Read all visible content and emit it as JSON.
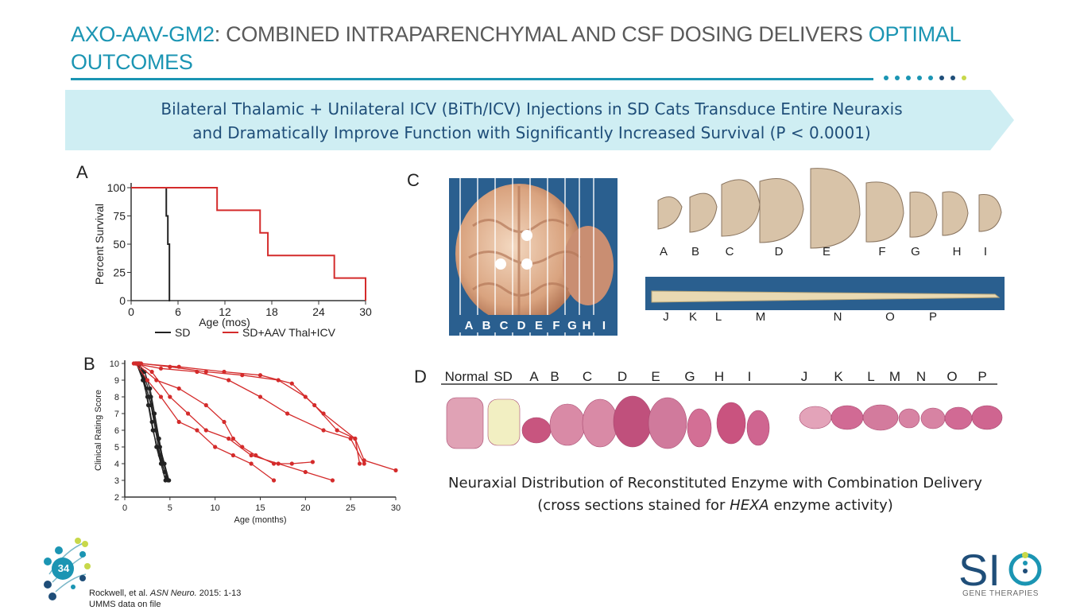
{
  "title": {
    "part1": "AXO-AAV-GM2",
    "part2": ": COMBINED INTRAPARENCHYMAL AND CSF DOSING DELIVERS ",
    "part3": "OPTIMAL OUTCOMES"
  },
  "banner": {
    "line1": "Bilateral Thalamic + Unilateral ICV (BiTh/ICV) Injections in SD Cats Transduce Entire Neuraxis",
    "line2": "and Dramatically Improve Function with Significantly Increased Survival (P < 0.0001)"
  },
  "colors": {
    "accent": "#1b95b3",
    "banner_bg": "#cfeef3",
    "banner_text": "#1f4e79",
    "series_sd": "#222222",
    "series_treated": "#d42b2b"
  },
  "panels": {
    "a_label": "A",
    "b_label": "B",
    "c_label": "C",
    "d_label": "D"
  },
  "chart_data": [
    {
      "type": "line",
      "panel": "A",
      "xlabel": "Age (mos)",
      "ylabel": "Percent Survival",
      "xlim": [
        0,
        30
      ],
      "ylim": [
        0,
        100
      ],
      "xticks": [
        0,
        6,
        12,
        18,
        24,
        30
      ],
      "yticks": [
        0,
        25,
        50,
        75,
        100
      ],
      "legend": "bottom",
      "series": [
        {
          "name": "SD",
          "color": "#222222",
          "x": [
            0,
            4.5,
            4.5,
            4.7,
            4.7,
            4.9,
            4.9,
            5.0
          ],
          "y": [
            100,
            100,
            75,
            75,
            50,
            50,
            0,
            0
          ]
        },
        {
          "name": "SD+AAV Thal+ICV",
          "color": "#d42b2b",
          "x": [
            0,
            11,
            11,
            16.5,
            16.5,
            17.5,
            17.5,
            26,
            26,
            30,
            30
          ],
          "y": [
            100,
            100,
            80,
            80,
            60,
            60,
            40,
            40,
            20,
            20,
            0
          ]
        }
      ]
    },
    {
      "type": "line",
      "panel": "B",
      "xlabel": "Age (months)",
      "ylabel": "Clinical Rating Score",
      "xlim": [
        0,
        30
      ],
      "ylim": [
        2,
        10
      ],
      "xticks": [
        0,
        5,
        10,
        15,
        20,
        25,
        30
      ],
      "yticks": [
        2,
        3,
        4,
        5,
        6,
        7,
        8,
        9,
        10
      ],
      "series": [
        {
          "color": "#222222",
          "x": [
            1.3,
            2.0,
            2.5,
            3.0,
            3.5,
            4.0,
            4.5
          ],
          "y": [
            10,
            9,
            8,
            6.5,
            5,
            4,
            3
          ]
        },
        {
          "color": "#222222",
          "x": [
            1.5,
            2.2,
            2.8,
            3.3,
            3.8,
            4.3,
            4.8
          ],
          "y": [
            10,
            9.5,
            8.5,
            7,
            5.5,
            4,
            3
          ]
        },
        {
          "color": "#222222",
          "x": [
            1.4,
            2.1,
            2.6,
            3.1,
            3.6,
            4.1,
            4.6
          ],
          "y": [
            10,
            9,
            7.5,
            6,
            5,
            4,
            3.2
          ]
        },
        {
          "color": "#222222",
          "x": [
            1.6,
            2.3,
            2.9,
            3.4,
            3.9,
            4.4
          ],
          "y": [
            10,
            9,
            8,
            6,
            4.5,
            3.5
          ]
        },
        {
          "color": "#222222",
          "x": [
            1.2,
            1.9,
            2.4,
            2.9,
            3.4,
            3.9,
            4.4,
            4.9
          ],
          "y": [
            10,
            9.5,
            8.5,
            7.5,
            6,
            5,
            4,
            3
          ]
        },
        {
          "color": "#222222",
          "x": [
            1.5,
            2.0,
            2.7,
            3.2,
            3.7,
            4.2
          ],
          "y": [
            10,
            9,
            8,
            7,
            5.5,
            4
          ]
        },
        {
          "color": "#d42b2b",
          "x": [
            1.2,
            2.5,
            4.0,
            6.0,
            8.0,
            10.0,
            12.0,
            14.0,
            16.5
          ],
          "y": [
            10,
            9,
            8,
            6.5,
            6,
            5,
            4.5,
            4,
            3
          ]
        },
        {
          "color": "#d42b2b",
          "x": [
            1.5,
            3.0,
            5.0,
            7.0,
            9.0,
            11.5,
            14.0,
            17.0,
            20.0,
            23.0
          ],
          "y": [
            10,
            9.5,
            8,
            7,
            6,
            5.5,
            4.5,
            4,
            3.5,
            3
          ]
        },
        {
          "color": "#d42b2b",
          "x": [
            1.3,
            3.5,
            6.0,
            9.0,
            11.0,
            12.0,
            13.0,
            14.5,
            16.5,
            18.5,
            20.8
          ],
          "y": [
            10,
            9,
            8.5,
            7.5,
            6.5,
            5.5,
            5,
            4.5,
            4,
            4,
            4.1
          ]
        },
        {
          "color": "#d42b2b",
          "x": [
            1.0,
            4.0,
            8.0,
            11.5,
            15.0,
            18.0,
            22.0,
            25.0,
            26.5
          ],
          "y": [
            10,
            9.7,
            9.5,
            9,
            8,
            7,
            6,
            5.5,
            4
          ]
        },
        {
          "color": "#d42b2b",
          "x": [
            1.8,
            5.0,
            9.0,
            13.0,
            17.0,
            20.0,
            22.0,
            25.5,
            26.0
          ],
          "y": [
            10,
            9.8,
            9.5,
            9.3,
            9,
            8,
            7,
            5.5,
            4
          ]
        },
        {
          "color": "#d42b2b",
          "x": [
            1.5,
            6.0,
            11.0,
            15.0,
            18.5,
            21.0,
            23.5,
            25.5,
            26.5,
            30.0
          ],
          "y": [
            10,
            9.8,
            9.5,
            9.3,
            8.8,
            7.5,
            6,
            5.5,
            4.2,
            3.6
          ]
        }
      ]
    }
  ],
  "figure_c": {
    "brain_slice_labels": [
      "A",
      "B",
      "C",
      "D",
      "E",
      "F",
      "G",
      "H",
      "I"
    ],
    "cord_labels": [
      "J",
      "K",
      "L",
      "M",
      "N",
      "O",
      "P"
    ]
  },
  "figure_d": {
    "header_labels": [
      "Normal",
      "SD",
      "A",
      "B",
      "C",
      "D",
      "E",
      "G",
      "H",
      "I",
      "J",
      "K",
      "L",
      "M",
      "N",
      "O",
      "P"
    ]
  },
  "caption": {
    "line1": "Neuraxial Distribution of Reconstituted Enzyme with Combination Delivery",
    "line2_pre": "(cross sections stained for ",
    "line2_em": "HEXA",
    "line2_post": " enzyme activity)"
  },
  "citation": {
    "author": "Rockwell, et al. ",
    "journal": "ASN Neuro.",
    "rest": " 2015: 1-13",
    "line2": "UMMS data on file"
  },
  "page_number": "34",
  "logo": {
    "name": "SIO",
    "subtitle": "GENE THERAPIES"
  }
}
